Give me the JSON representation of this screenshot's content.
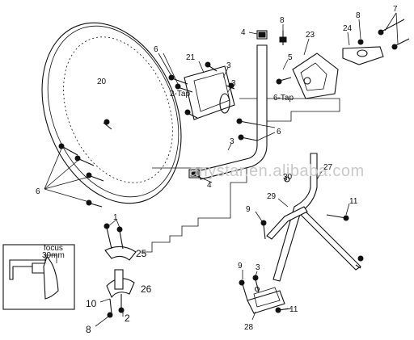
{
  "watermark": "anystar.en.alibaba.com",
  "callouts": {
    "n20": "20",
    "n6_top": "6",
    "n6_left": "6",
    "n6_right": "6",
    "n21": "21",
    "n3_top": "3",
    "n3_mid": "3",
    "n3_bottom": "3",
    "n2tap": "2-Tap",
    "n6tap": "6-Tap",
    "n4_top": "4",
    "n4_bottom": "4",
    "n8_top": "8",
    "n8_right": "8",
    "n8_bottom": "8",
    "n5": "5",
    "n23": "23",
    "n24": "24",
    "n7": "7",
    "n30": "30",
    "n27": "27",
    "n29": "29",
    "n11_top": "11",
    "n11_bottom": "11",
    "n9_left": "9",
    "n9_bottom": "9",
    "n1": "1",
    "n25": "25",
    "n26": "26",
    "n10": "10",
    "n2": "2",
    "n28": "28"
  },
  "inset": {
    "focus_label": "focus",
    "focus_value": "30mm"
  }
}
